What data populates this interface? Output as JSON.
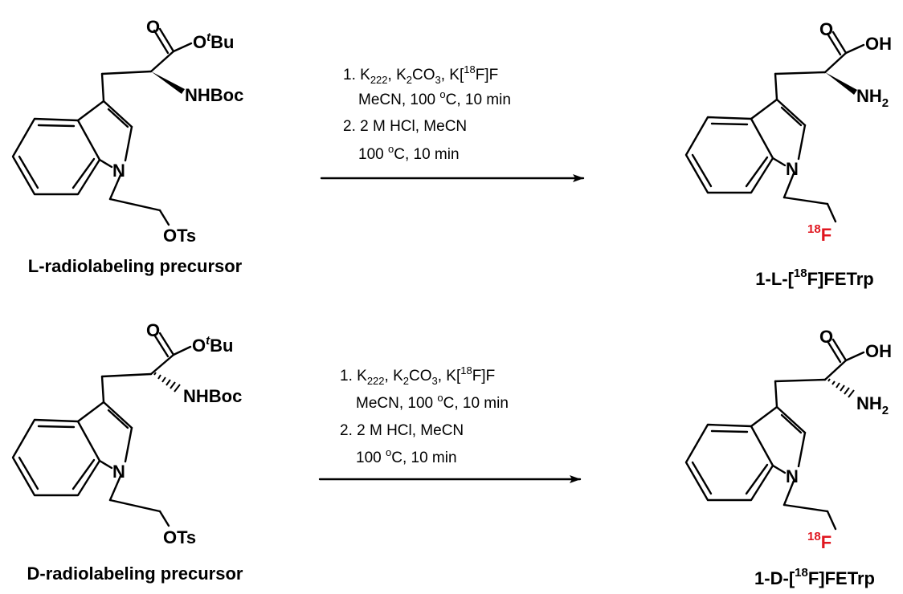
{
  "colors": {
    "ink": "#000000",
    "fluorine_highlight": "#e0161f"
  },
  "atoms": {
    "carbonyl_O": "O",
    "ester_O": "O",
    "tBu_sup": "t",
    "tBu": "Bu",
    "NHBoc": "NHBoc",
    "N": "N",
    "OTs": "OTs",
    "OH": "OH",
    "NH": "NH",
    "NH_sub": "2",
    "F_mass": "18",
    "F": "F"
  },
  "reactions": [
    {
      "precursor_label": "L-radiolabeling precursor",
      "product_label_prefix": "1-L-[",
      "product_label_sup": "18",
      "product_label_suffix": "F]FETrp",
      "conditions": {
        "line1_prefix": "1. K",
        "line1_sub1": "222",
        "line1_mid1": ", K",
        "line1_sub2": "2",
        "line1_mid2": "CO",
        "line1_sub3": "3",
        "line1_mid3": ", K[",
        "line1_sup": "18",
        "line1_end": "F]F",
        "line2_prefix": "MeCN, 100 ",
        "line2_deg": "o",
        "line2_end": "C, 10 min",
        "line3": "2. 2 M HCl, MeCN",
        "line4_prefix": "100 ",
        "line4_deg": "o",
        "line4_end": "C, 10 min"
      }
    },
    {
      "precursor_label": "D-radiolabeling precursor",
      "product_label_prefix": "1-D-[",
      "product_label_sup": "18",
      "product_label_suffix": "F]FETrp",
      "conditions": {
        "line1_prefix": "1. K",
        "line1_sub1": "222",
        "line1_mid1": ", K",
        "line1_sub2": "2",
        "line1_mid2": "CO",
        "line1_sub3": "3",
        "line1_mid3": ", K[",
        "line1_sup": "18",
        "line1_end": "F]F",
        "line2_prefix": "MeCN, 100 ",
        "line2_deg": "o",
        "line2_end": "C, 10 min",
        "line3": "2. 2 M HCl, MeCN",
        "line4_prefix": "100 ",
        "line4_deg": "o",
        "line4_end": "C, 10 min"
      }
    }
  ]
}
